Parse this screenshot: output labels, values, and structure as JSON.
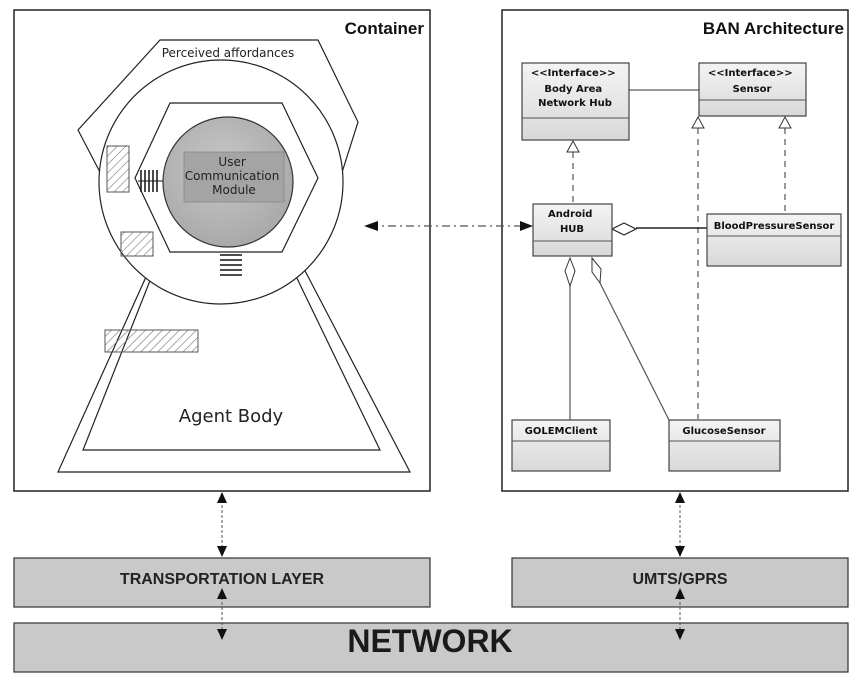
{
  "container": {
    "title": "Container",
    "affordances": "Perceived affordances",
    "module_lines": [
      "User",
      "Communication",
      "Module"
    ],
    "agent_body": "Agent Body"
  },
  "ban": {
    "title": "BAN Architecture",
    "hub_interface": {
      "stereotype": "<<Interface>>",
      "lines": [
        "Body Area",
        "Network Hub"
      ]
    },
    "sensor_interface": {
      "stereotype": "<<Interface>>",
      "name": "Sensor"
    },
    "android_hub": [
      "Android",
      "HUB"
    ],
    "blood_pressure": "BloodPressureSensor",
    "golem_client": "GOLEMClient",
    "glucose_sensor": "GlucoseSensor"
  },
  "layers": {
    "transportation": "TRANSPORTATION LAYER",
    "umts": "UMTS/GPRS",
    "network": "NETWORK"
  }
}
